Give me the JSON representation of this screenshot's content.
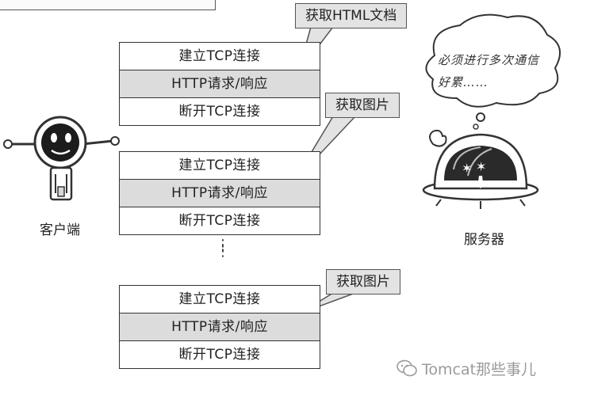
{
  "groups": [
    {
      "connect": "建立TCP连接",
      "request": "HTTP请求/响应",
      "disconnect": "断开TCP连接"
    },
    {
      "connect": "建立TCP连接",
      "request": "HTTP请求/响应",
      "disconnect": "断开TCP连接"
    },
    {
      "connect": "建立TCP连接",
      "request": "HTTP请求/响应",
      "disconnect": "断开TCP连接"
    }
  ],
  "callouts": {
    "first": "获取HTML文档",
    "second": "获取图片",
    "third": "获取图片"
  },
  "labels": {
    "client": "客户端",
    "server": "服务器"
  },
  "thought_bubble": {
    "line1": "必须进行多次通信",
    "line2": "好累……"
  },
  "watermark": "Tomcat那些事儿",
  "ellipsis": "⋮",
  "colors": {
    "callout_fill": "#e3e3e3",
    "shaded_row": "#dcdcdc",
    "outline": "#333333"
  }
}
